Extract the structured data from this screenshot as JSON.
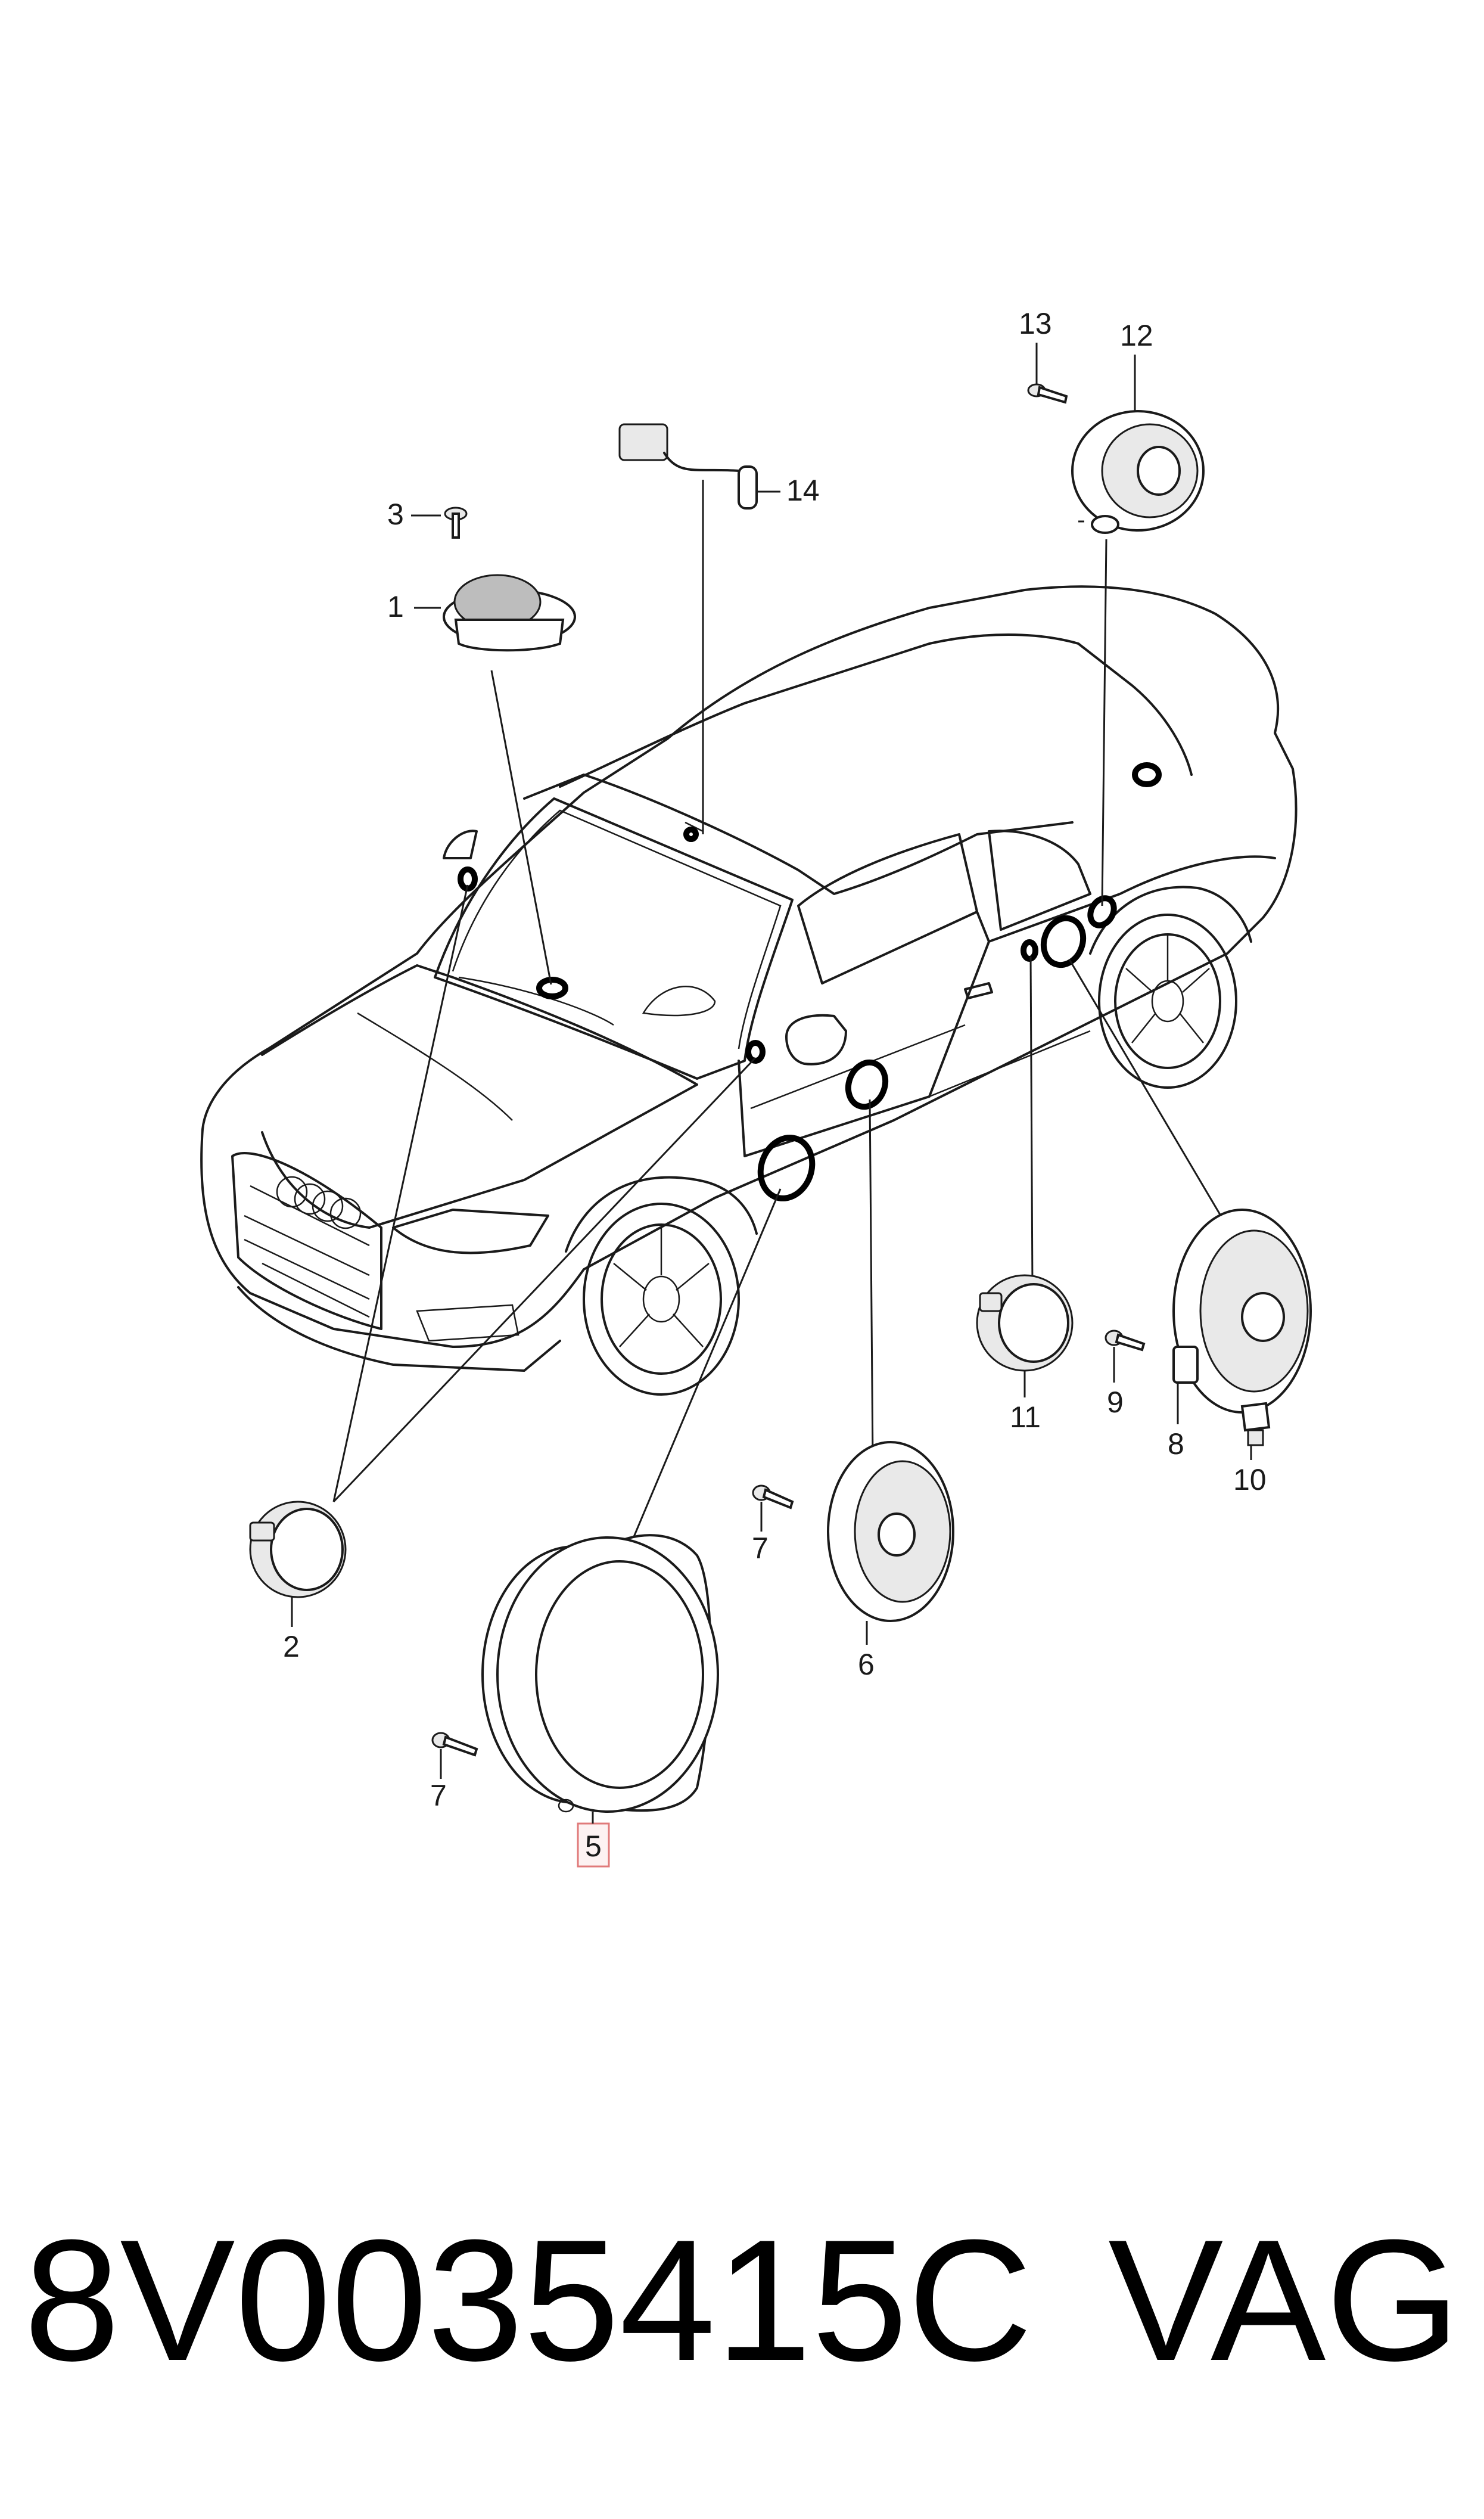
{
  "diagram": {
    "callouts": [
      {
        "id": "1",
        "text": "1"
      },
      {
        "id": "2",
        "text": "2"
      },
      {
        "id": "3",
        "text": "3"
      },
      {
        "id": "5",
        "text": "5",
        "highlighted": true
      },
      {
        "id": "6",
        "text": "6"
      },
      {
        "id": "7a",
        "text": "7"
      },
      {
        "id": "7b",
        "text": "7"
      },
      {
        "id": "8",
        "text": "8"
      },
      {
        "id": "9",
        "text": "9"
      },
      {
        "id": "10",
        "text": "10"
      },
      {
        "id": "11",
        "text": "11"
      },
      {
        "id": "12",
        "text": "12"
      },
      {
        "id": "13",
        "text": "13"
      },
      {
        "id": "14",
        "text": "14"
      }
    ],
    "highlight_color": "#e07a7a"
  },
  "footer": {
    "part_number": "8V0035415C",
    "brand": "VAG"
  }
}
